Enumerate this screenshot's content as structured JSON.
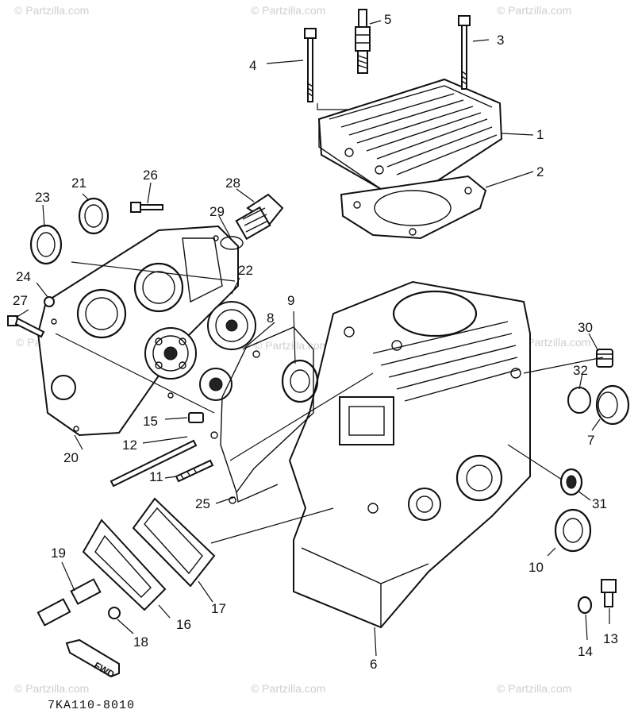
{
  "watermarks": [
    "© Partzilla.com",
    "© Partzilla.com",
    "© Partzilla.com",
    "© Partzilla.com",
    "© Partzilla.com",
    "© Partzilla.com",
    "© Partzilla.com",
    "© Partzilla.com",
    "© Partzilla.com"
  ],
  "figure_code": "7KA110-8010",
  "fwd_label": "FWD",
  "callouts": [
    "1",
    "2",
    "3",
    "4",
    "5",
    "6",
    "7",
    "8",
    "9",
    "10",
    "11",
    "12",
    "13",
    "14",
    "15",
    "16",
    "17",
    "18",
    "19",
    "20",
    "21",
    "22",
    "23",
    "24",
    "25",
    "26",
    "27",
    "28",
    "29",
    "30",
    "31",
    "32"
  ]
}
